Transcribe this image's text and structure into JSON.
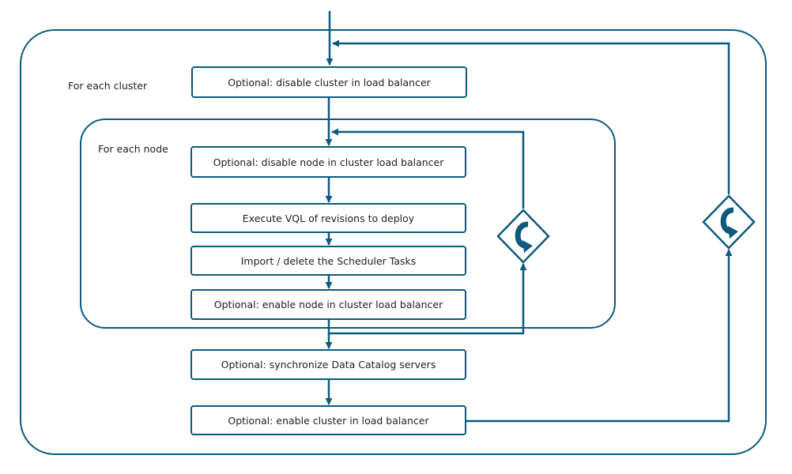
{
  "colors": {
    "stroke": "#0d5a7c",
    "text": "#222222",
    "background": "#ffffff"
  },
  "outer_loop": {
    "label": "For each cluster",
    "icon": "loop-icon"
  },
  "inner_loop": {
    "label": "For each node",
    "icon": "loop-icon"
  },
  "steps": {
    "disable_cluster": "Optional: disable cluster in load balancer",
    "disable_node": "Optional: disable node in cluster load balancer",
    "execute_vql": "Execute VQL of revisions to deploy",
    "scheduler_tasks": "Import / delete the Scheduler Tasks",
    "enable_node": "Optional: enable node in cluster load balancer",
    "sync_catalog": "Optional: synchronize Data Catalog servers",
    "enable_cluster": "Optional: enable cluster in load balancer"
  }
}
